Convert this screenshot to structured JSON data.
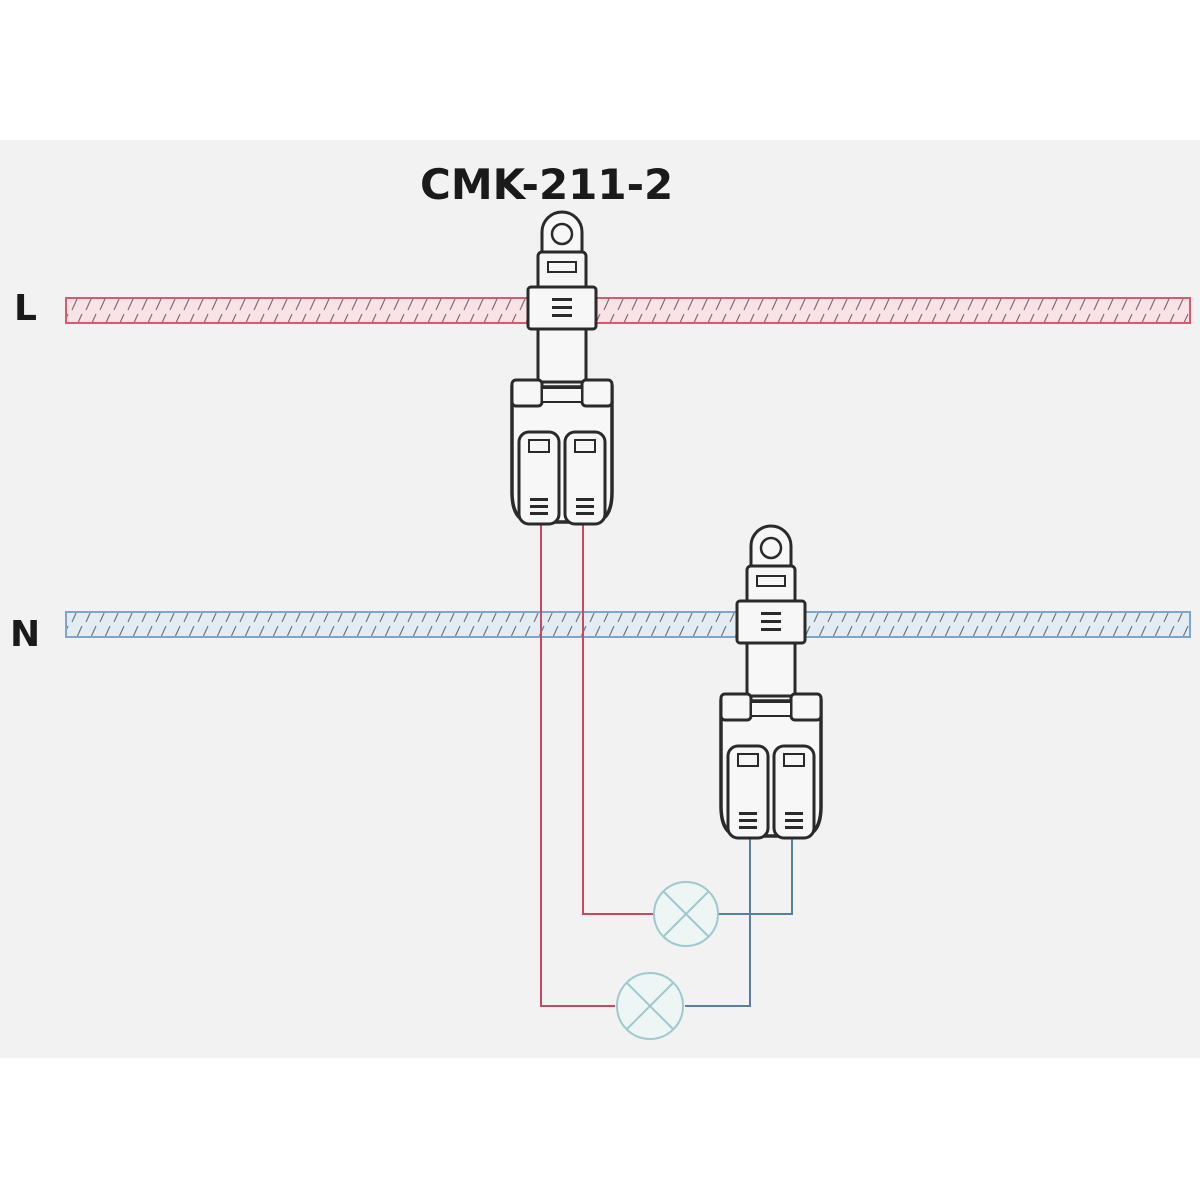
{
  "title": "CMK-211-2",
  "lines": {
    "live": "L",
    "neutral": "N"
  },
  "colors": {
    "live": "#d85a70",
    "neutral": "#7fa6c8",
    "lamp": "#9fc9cc",
    "connector": "#2a2a2a",
    "background": "#f2f2f2"
  }
}
